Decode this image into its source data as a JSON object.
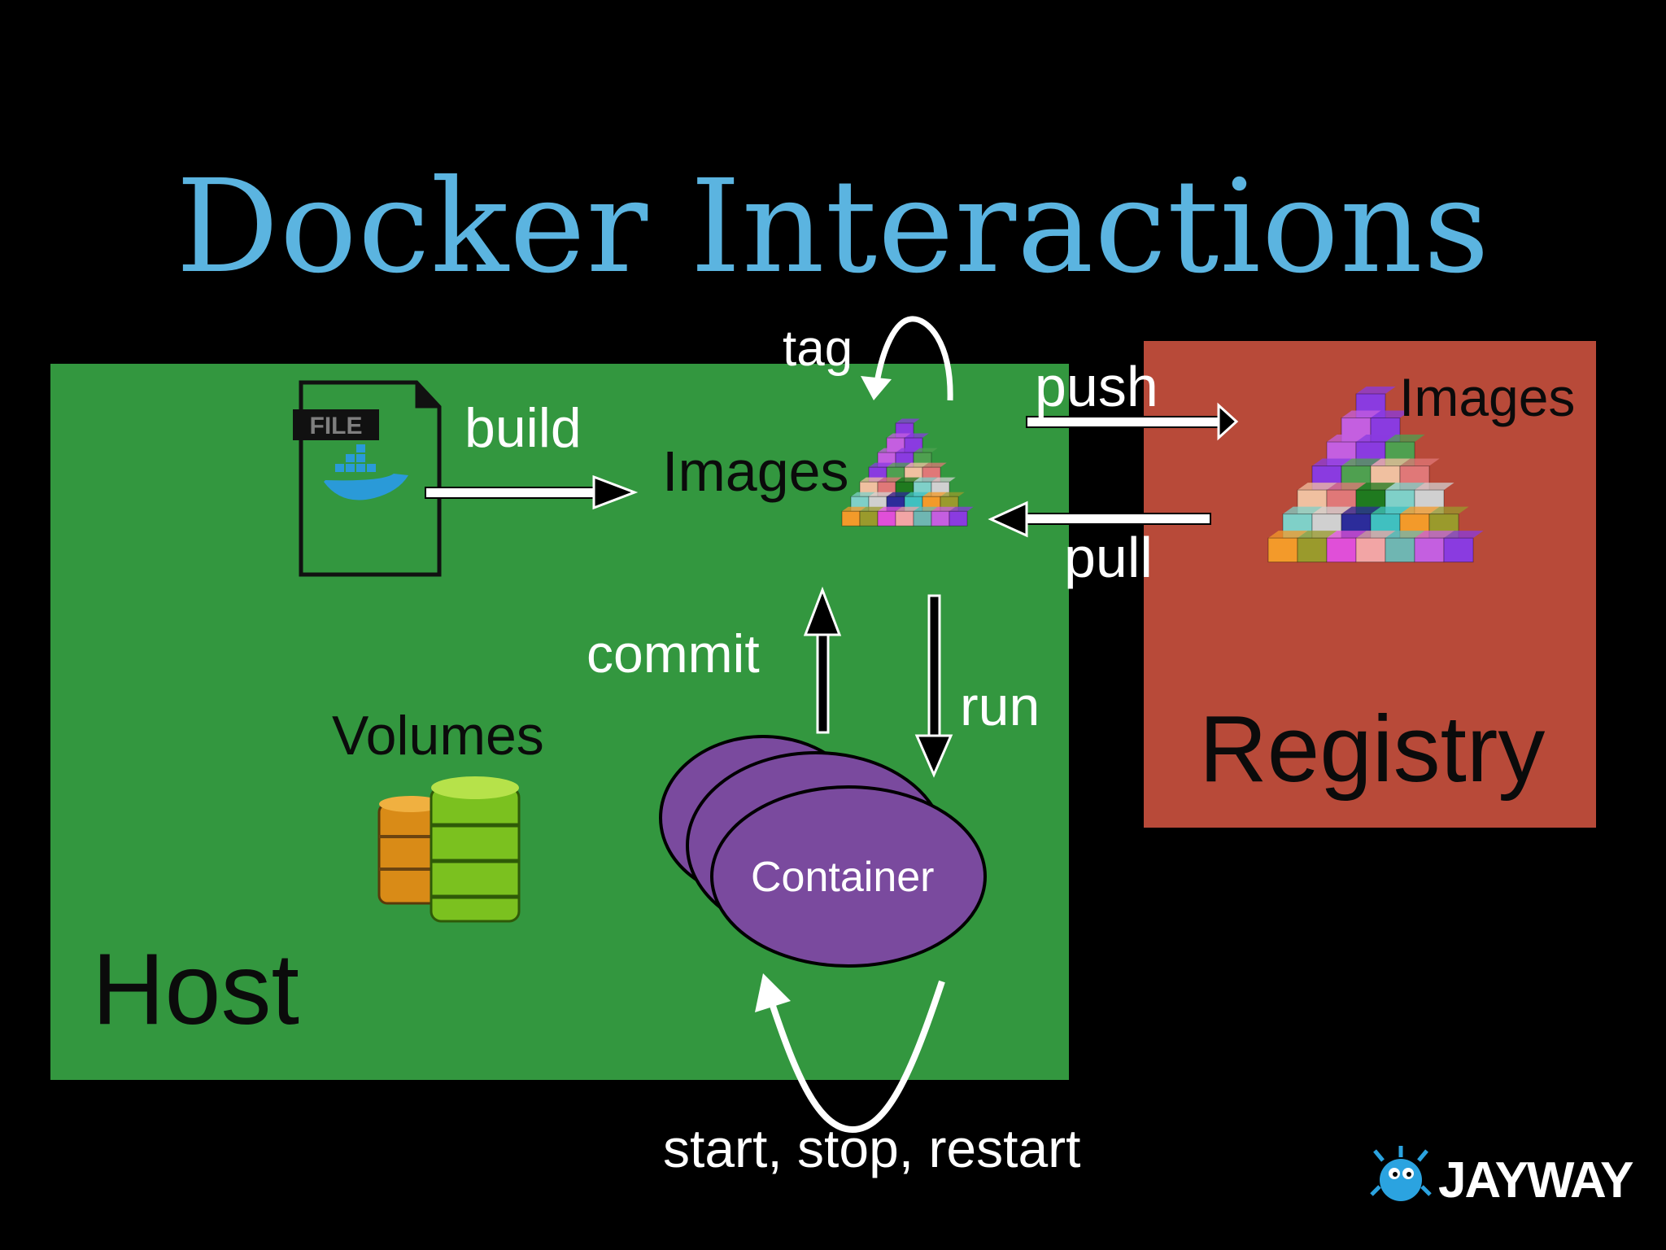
{
  "slide": {
    "title": "Docker Interactions"
  },
  "host": {
    "label": "Host",
    "images_label": "Images",
    "volumes_label": "Volumes",
    "file_badge": "FILE",
    "container_label": "Container"
  },
  "registry": {
    "label": "Registry",
    "images_label": "Images"
  },
  "actions": {
    "build": "build",
    "tag": "tag",
    "push": "push",
    "pull": "pull",
    "commit": "commit",
    "run": "run",
    "lifecycle": "start, stop, restart"
  },
  "brand": {
    "logo_text": "JAYWAY"
  },
  "colors": {
    "title": "#5bb4e0",
    "host": "#33973f",
    "registry": "#b84a39",
    "container": "#7a4a9e"
  }
}
